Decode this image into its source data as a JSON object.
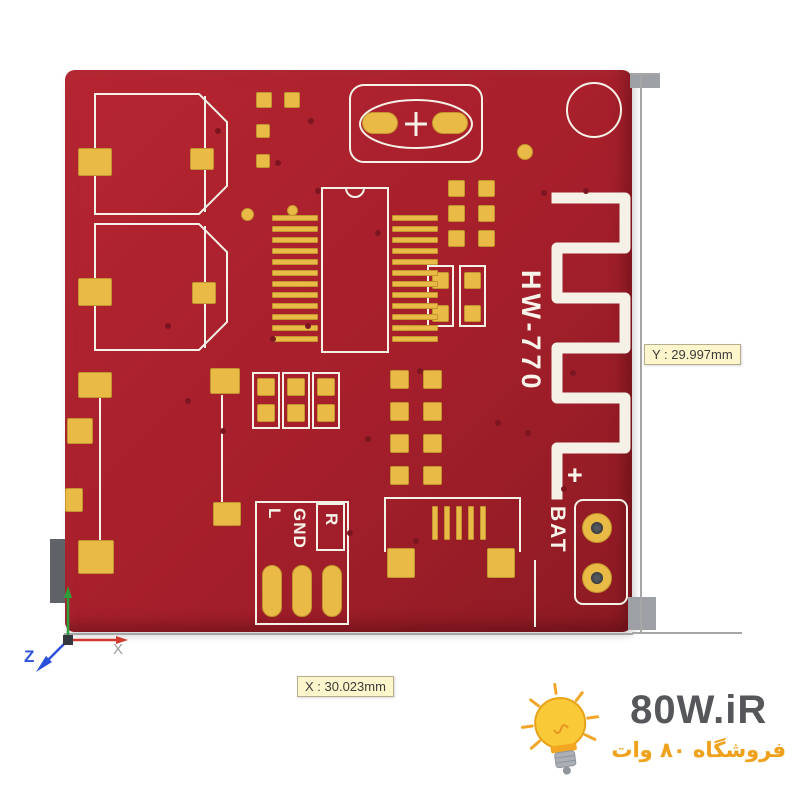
{
  "board": {
    "module_label": "HW-770",
    "bat_label": "BAT",
    "bat_plus": "+",
    "audio_labels": {
      "left": "L",
      "ground": "GND",
      "right": "R"
    }
  },
  "dimensions": {
    "y": "Y : 29.997mm",
    "x": "X : 30.023mm"
  },
  "axes": {
    "z": "Z",
    "x": "X"
  },
  "watermark": {
    "logo": "80W.iR",
    "tagline": "فروشگاه ۸۰ وات"
  },
  "colors": {
    "board": "#a51f2b",
    "pad": "#e9ba45",
    "silkscreen": "#f5f1e6",
    "dimension_line": "#a6a6a6",
    "label_bg": "#fdf5cb"
  }
}
